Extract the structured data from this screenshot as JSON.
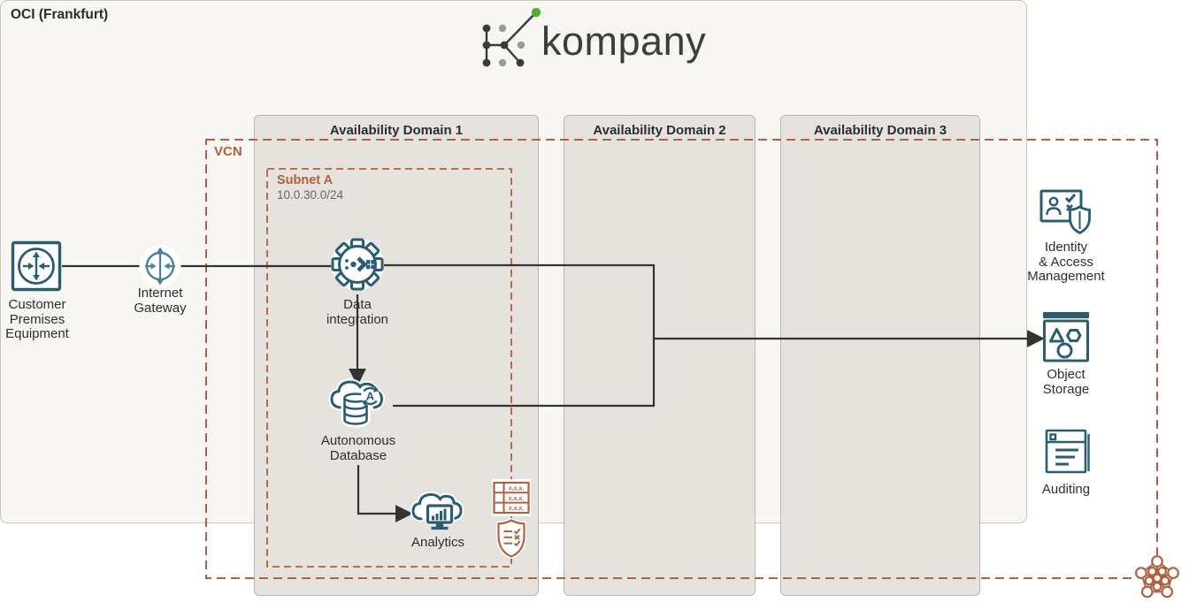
{
  "logo": {
    "brand": "kompany"
  },
  "cloud": {
    "region_label": "OCI (Frankfurt)",
    "vcn_label": "VCN",
    "subnet": {
      "name": "Subnet A",
      "cidr": "10.0.30.0/24"
    },
    "availability_domains": [
      "Availability Domain 1",
      "Availability Domain 2",
      "Availability Domain 3"
    ]
  },
  "nodes": {
    "cpe": {
      "icon": "customer-premises-equipment-icon",
      "lines": [
        "Customer",
        "Premises",
        "Equipment"
      ]
    },
    "internet_gateway": {
      "icon": "internet-gateway-icon",
      "lines": [
        "Internet",
        "Gateway"
      ]
    },
    "data_integration": {
      "icon": "data-integration-gear-icon",
      "lines": [
        "Data",
        "integration"
      ]
    },
    "autonomous_database": {
      "icon": "autonomous-database-icon",
      "badge_letter": "A",
      "lines": [
        "Autonomous",
        "Database"
      ]
    },
    "analytics": {
      "icon": "analytics-cloud-icon",
      "lines": [
        "Analytics"
      ]
    },
    "identity_access_management": {
      "icon": "identity-access-management-icon",
      "lines": [
        "Identity",
        "& Access",
        "Management"
      ]
    },
    "object_storage": {
      "icon": "object-storage-icon",
      "lines": [
        "Object",
        "Storage"
      ]
    },
    "auditing": {
      "icon": "auditing-icon",
      "lines": [
        "Auditing"
      ]
    }
  },
  "badges": {
    "route_table": {
      "icon": "route-table-icon",
      "cell_text": "x.x.x."
    },
    "security_list": {
      "icon": "security-list-shield-icon"
    },
    "vcn_mesh": {
      "icon": "vcn-mesh-icon"
    }
  },
  "colors": {
    "icon_teal": "#2b5d72",
    "gateway_teal": "#4d7f95",
    "boundary_orange": "#b2603a",
    "badge_orange": "#ad6342",
    "connector": "#333333",
    "logo_green": "#4caf30",
    "region_fill": "#f7f6f3",
    "domain_fill": "#e6e3de"
  }
}
